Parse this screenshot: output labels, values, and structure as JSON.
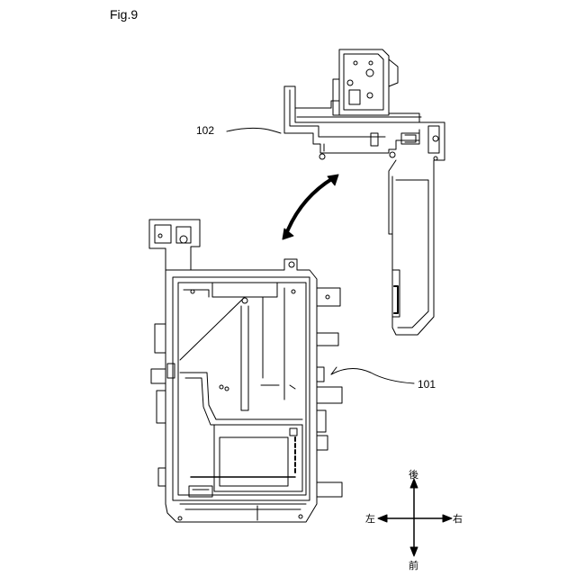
{
  "figure_label": "Fig.9",
  "reference_numerals": {
    "upper_part": "102",
    "lower_part": "101"
  },
  "compass": {
    "back": "後",
    "front": "前",
    "left": "左",
    "right": "右"
  }
}
